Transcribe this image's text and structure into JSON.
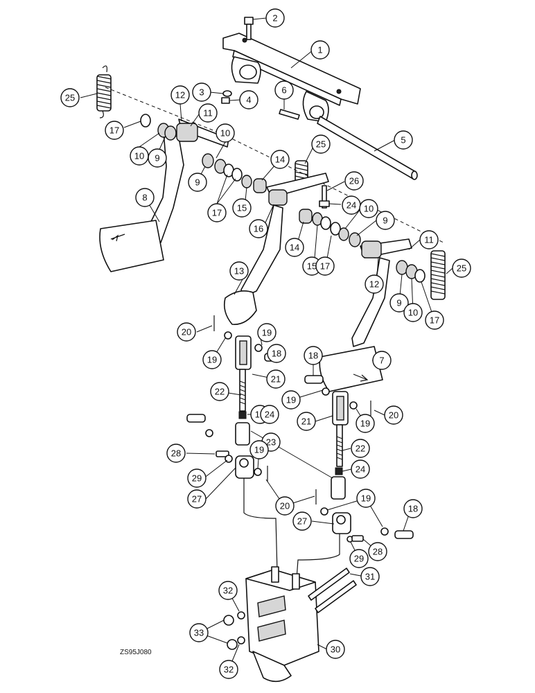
{
  "figure_code": "ZS95J080",
  "callouts": [
    {
      "id": "c2",
      "label": "2"
    },
    {
      "id": "c1",
      "label": "1"
    },
    {
      "id": "c3",
      "label": "3"
    },
    {
      "id": "c4",
      "label": "4"
    },
    {
      "id": "c6",
      "label": "6"
    },
    {
      "id": "c25a",
      "label": "25"
    },
    {
      "id": "c12a",
      "label": "12"
    },
    {
      "id": "c11a",
      "label": "11"
    },
    {
      "id": "c17a",
      "label": "17"
    },
    {
      "id": "c10a",
      "label": "10"
    },
    {
      "id": "c9a",
      "label": "9"
    },
    {
      "id": "c10b",
      "label": "10"
    },
    {
      "id": "c9b",
      "label": "9"
    },
    {
      "id": "c17b",
      "label": "17"
    },
    {
      "id": "c14a",
      "label": "14"
    },
    {
      "id": "c25b",
      "label": "25"
    },
    {
      "id": "c15a",
      "label": "15"
    },
    {
      "id": "c5",
      "label": "5"
    },
    {
      "id": "c8",
      "label": "8"
    },
    {
      "id": "c26",
      "label": "26"
    },
    {
      "id": "c24a",
      "label": "24"
    },
    {
      "id": "c10c",
      "label": "10"
    },
    {
      "id": "c9c",
      "label": "9"
    },
    {
      "id": "c16",
      "label": "16"
    },
    {
      "id": "c14b",
      "label": "14"
    },
    {
      "id": "c15b",
      "label": "15"
    },
    {
      "id": "c17c",
      "label": "17"
    },
    {
      "id": "c11b",
      "label": "11"
    },
    {
      "id": "c25c",
      "label": "25"
    },
    {
      "id": "c13",
      "label": "13"
    },
    {
      "id": "c12b",
      "label": "12"
    },
    {
      "id": "c9d",
      "label": "9"
    },
    {
      "id": "c10d",
      "label": "10"
    },
    {
      "id": "c17d",
      "label": "17"
    },
    {
      "id": "c20a",
      "label": "20"
    },
    {
      "id": "c19a",
      "label": "19"
    },
    {
      "id": "c19b",
      "label": "19"
    },
    {
      "id": "c18a",
      "label": "18"
    },
    {
      "id": "c21a",
      "label": "21"
    },
    {
      "id": "c7",
      "label": "7"
    },
    {
      "id": "c22a",
      "label": "22"
    },
    {
      "id": "c18b",
      "label": "18"
    },
    {
      "id": "c19c",
      "label": "19"
    },
    {
      "id": "c20b",
      "label": "20"
    },
    {
      "id": "c19d",
      "label": "19"
    },
    {
      "id": "c24b",
      "label": "24"
    },
    {
      "id": "c21b",
      "label": "21"
    },
    {
      "id": "c19e",
      "label": "19"
    },
    {
      "id": "c23",
      "label": "23"
    },
    {
      "id": "c22b",
      "label": "22"
    },
    {
      "id": "c28a",
      "label": "28"
    },
    {
      "id": "c19f",
      "label": "19"
    },
    {
      "id": "c24c",
      "label": "24"
    },
    {
      "id": "c29a",
      "label": "29"
    },
    {
      "id": "c27a",
      "label": "27"
    },
    {
      "id": "c20c",
      "label": "20"
    },
    {
      "id": "c19g",
      "label": "19"
    },
    {
      "id": "c18c",
      "label": "18"
    },
    {
      "id": "c27b",
      "label": "27"
    },
    {
      "id": "c29b",
      "label": "29"
    },
    {
      "id": "c28b",
      "label": "28"
    },
    {
      "id": "c31",
      "label": "31"
    },
    {
      "id": "c32a",
      "label": "32"
    },
    {
      "id": "c33",
      "label": "33"
    },
    {
      "id": "c30",
      "label": "30"
    },
    {
      "id": "c32b",
      "label": "32"
    }
  ]
}
